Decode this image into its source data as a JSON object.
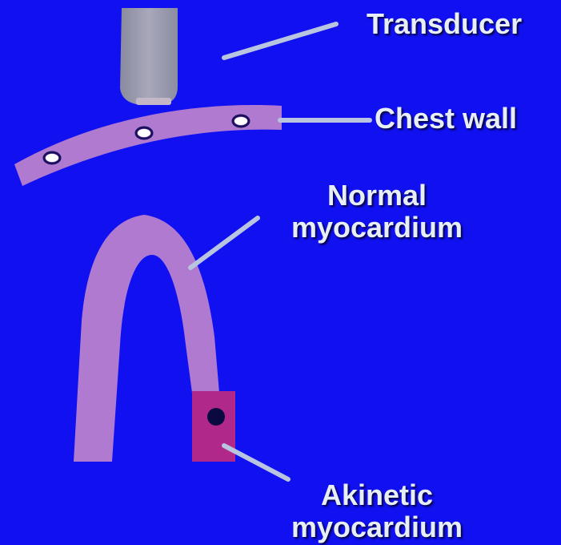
{
  "labels": {
    "transducer": "Transducer",
    "chest_wall": "Chest wall",
    "normal_line1": "Normal",
    "normal_line2": "myocardium",
    "akinetic_line1": "Akinetic",
    "akinetic_line2": "myocardium"
  },
  "colors": {
    "background": "#1010f0",
    "tissue": "#b07ad0",
    "akinetic_segment": "#b0288a",
    "transducer": "#9c9cb0",
    "pointer_lines": "#b8c4e0",
    "label_text": "#e8eef6"
  }
}
